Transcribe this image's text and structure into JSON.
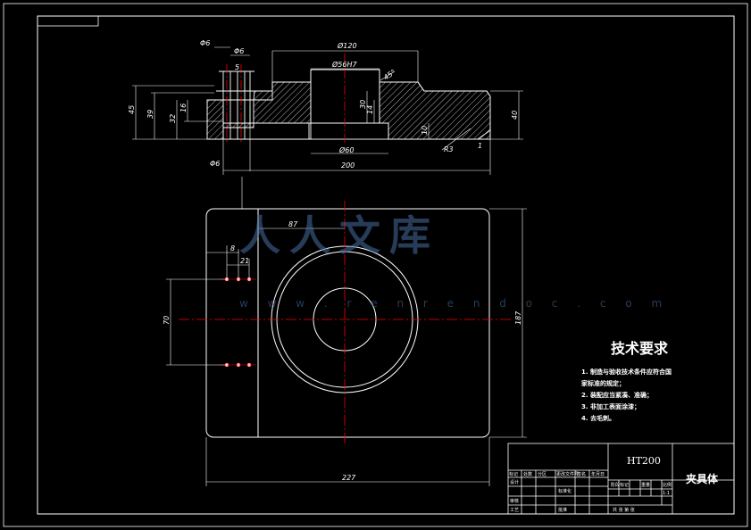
{
  "colors": {
    "background": "#000000",
    "outline": "#ffffff",
    "centerline": "#ff0000",
    "watermark": "#466ea0"
  },
  "section_dims": {
    "d120": "Ø120",
    "d56h7": "Ø56H7",
    "d60": "Ø60",
    "l200": "200",
    "l46a": "Φ6",
    "l46b": "Φ6",
    "l5": "5",
    "h45": "45",
    "h39": "39",
    "h32": "32",
    "h16": "16",
    "h30": "30",
    "h14": "14",
    "h10": "10",
    "h40": "40",
    "r3": "R3",
    "c45": "45°",
    "c1": "1",
    "dia6": "Φ6"
  },
  "plan_dims": {
    "w227": "227",
    "h187": "187",
    "d87": "87",
    "d8": "8",
    "d21": "21",
    "v70": "70"
  },
  "watermark": {
    "text": "人人文库",
    "url": "w w w . r e n r e n d o c . c o m"
  },
  "requirements": {
    "title": "技术要求",
    "items": [
      "1. 制造与验收技术条件应符合国",
      "家标准的规定；",
      "2. 装配应当紧凑、准确；",
      "3. 非加工表面涂漆；",
      "4. 去毛刺。"
    ]
  },
  "title_block": {
    "material": "HT200",
    "part_name": "夹具体",
    "row_labels": [
      "标记",
      "处数",
      "分区",
      "更改文件号",
      "签名",
      "年月日"
    ],
    "left_labels": [
      "设计",
      "审核",
      "工艺"
    ],
    "mid_labels": [
      "标准化",
      "批准"
    ],
    "right_labels": [
      "阶段标记",
      "重量",
      "比例"
    ],
    "scale": "1:1",
    "sheet": "共 张 第 张"
  }
}
